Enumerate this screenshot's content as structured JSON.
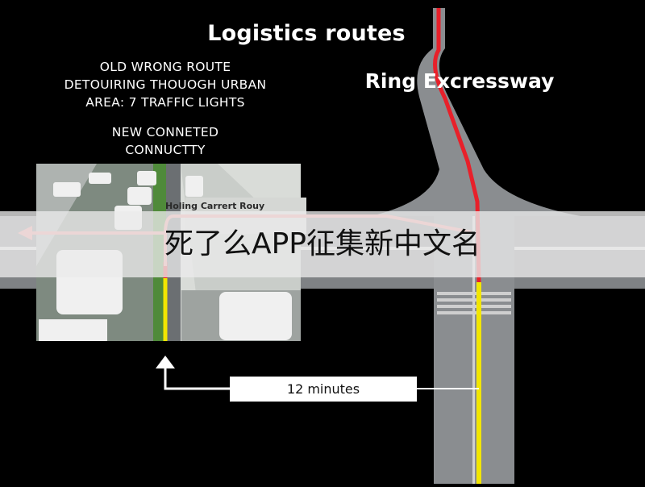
{
  "diagram": {
    "title": "Logistics routes",
    "ring_label": "Ring Excressway",
    "old_route_note": [
      "OLD WRONG ROUTE",
      "DETOUIRING THOUOGH URBAN",
      "AREA: 7 TRAFFIC LIGHTS"
    ],
    "new_route_note": [
      "NEW CONNETED",
      "CONNUCTTY"
    ],
    "inset_label": "Holing Carrert Rouy",
    "travel_time": "12 minutes"
  },
  "banner": {
    "text": "死了么APP征集新中文名"
  },
  "colors": {
    "background": "#000000",
    "road": "#8a8d90",
    "lane_line": "#ffffff",
    "route_red": "#e8202a",
    "route_yellow": "#f2e600",
    "route_pink": "#f08c8c",
    "banner": "#ebebeb"
  }
}
